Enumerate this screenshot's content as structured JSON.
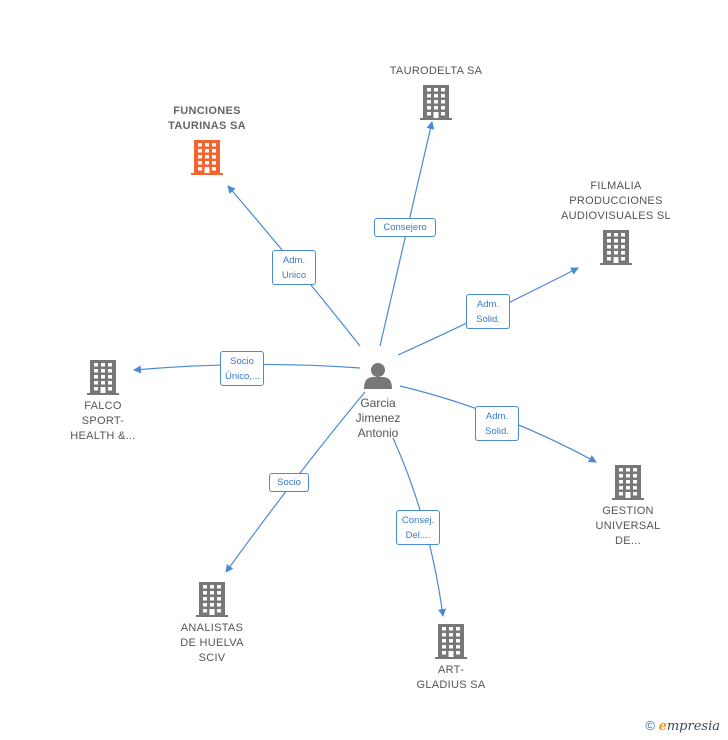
{
  "colors": {
    "edge": "#4a8bd4",
    "building": "#777777",
    "building_focus": "#f26531",
    "person": "#777777"
  },
  "person": {
    "name_lines": [
      "Garcia",
      "Jimenez",
      "Antonio"
    ]
  },
  "companies": [
    {
      "id": "funciones",
      "lines": [
        "FUNCIONES",
        "TAURINAS SA"
      ],
      "focus": true
    },
    {
      "id": "taurodelta",
      "lines": [
        "TAURODELTA SA"
      ]
    },
    {
      "id": "filmalia",
      "lines": [
        "FILMALIA",
        "PRODUCCIONES",
        "AUDIOVISUALES SL"
      ]
    },
    {
      "id": "falco",
      "lines": [
        "FALCO",
        "SPORT-",
        "HEALTH &..."
      ]
    },
    {
      "id": "gestion",
      "lines": [
        "GESTION",
        "UNIVERSAL",
        "DE..."
      ]
    },
    {
      "id": "analistas",
      "lines": [
        "ANALISTAS",
        "DE HUELVA",
        "SCIV"
      ]
    },
    {
      "id": "artgladius",
      "lines": [
        "ART-",
        "GLADIUS SA"
      ]
    }
  ],
  "edges": [
    {
      "to": "funciones",
      "label_lines": [
        "Adm.",
        "Unico"
      ]
    },
    {
      "to": "taurodelta",
      "label_lines": [
        "Consejero"
      ]
    },
    {
      "to": "filmalia",
      "label_lines": [
        "Adm.",
        "Solid."
      ]
    },
    {
      "to": "falco",
      "label_lines": [
        "Socio",
        "Único,..."
      ]
    },
    {
      "to": "gestion",
      "label_lines": [
        "Adm.",
        "Solid."
      ]
    },
    {
      "to": "analistas",
      "label_lines": [
        "Socio"
      ]
    },
    {
      "to": "artgladius",
      "label_lines": [
        "Consej.",
        "Del...."
      ]
    }
  ],
  "footer": {
    "copyright": "©",
    "brand_initial": "e",
    "brand_rest": "mpresia"
  }
}
